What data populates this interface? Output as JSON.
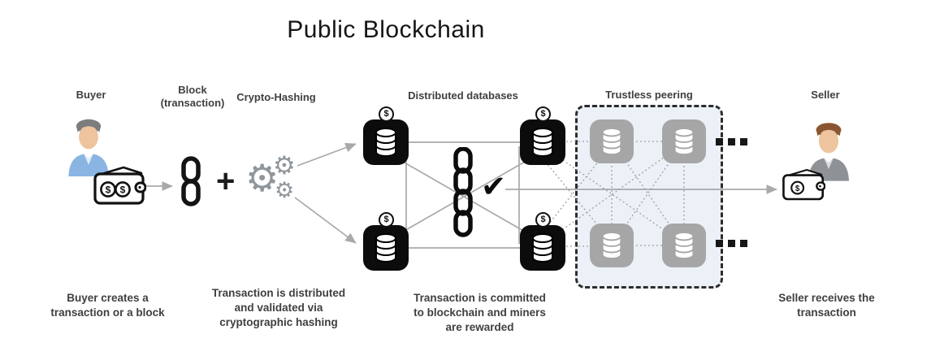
{
  "title": "Public Blockchain",
  "stages": {
    "buyer": {
      "label": "Buyer",
      "caption": "Buyer creates a\ntransaction or a block"
    },
    "block": {
      "label": "Block\n(transaction)"
    },
    "crypto_hashing": {
      "label": "Crypto-Hashing",
      "caption": "Transaction is distributed\nand validated via\ncryptographic hashing"
    },
    "distributed_databases": {
      "label": "Distributed databases",
      "caption": "Transaction is committed\nto blockchain and miners\nare rewarded"
    },
    "trustless_peering": {
      "label": "Trustless peering"
    },
    "seller": {
      "label": "Seller",
      "caption": "Seller receives the\ntransaction"
    }
  },
  "icons": {
    "plus_sign": "+",
    "gear": "⚙",
    "checkmark": "✔",
    "dollar": "$"
  },
  "colors": {
    "node_black": "#0c0c0c",
    "node_gray": "#a6a6a6",
    "trustless_fill": "#ecf1f8",
    "dashed_border": "#2d2d2d",
    "connector_line": "#a9a9a9",
    "label_text": "#3f3f3f",
    "buyer_shirt": "#8ab5e2",
    "seller_jacket": "#8e9297"
  }
}
